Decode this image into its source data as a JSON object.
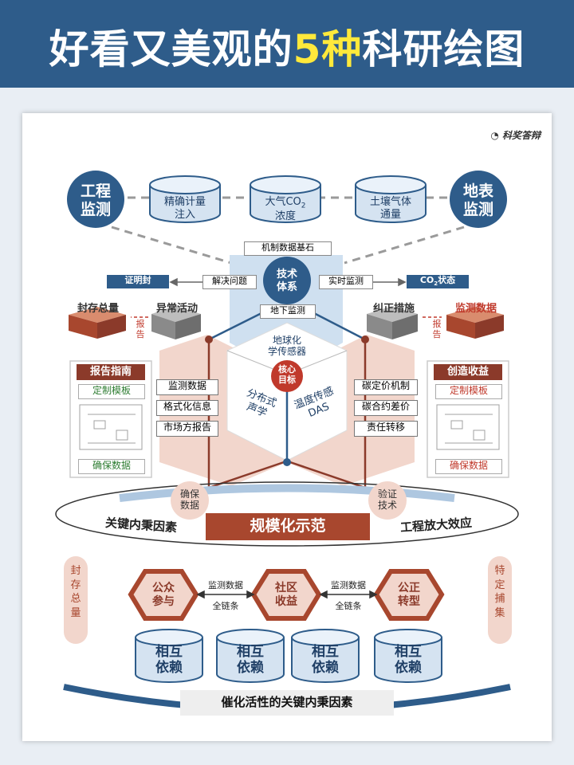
{
  "header": {
    "title_part1": "好看又美观的",
    "title_highlight": "5种",
    "title_part2": "科研绘图"
  },
  "brand": {
    "logo_text": "科奖答辩"
  },
  "top": {
    "left_circle": [
      "工程",
      "监测"
    ],
    "right_circle": [
      "地表",
      "监测"
    ],
    "cylinders": [
      {
        "lines": [
          "精确计量",
          "注入"
        ]
      },
      {
        "lines": [
          "大气CO",
          "2",
          "浓度"
        ]
      },
      {
        "lines": [
          "土壤气体",
          "通量"
        ]
      }
    ]
  },
  "center": {
    "top_label": "机制数据基石",
    "tech_circle": [
      "技术",
      "体系"
    ],
    "left_box": "解决问题",
    "right_box": "实时监测",
    "bottom_label": "地下监测",
    "far_left_tag": "证明封",
    "far_right_tag": {
      "main": "CO",
      "sub": "2",
      "tail": "状态"
    },
    "cube_top": [
      "地球化",
      "学传感器"
    ],
    "cube_left": [
      "分布式",
      "声学"
    ],
    "cube_right": [
      "温度传感",
      "DAS"
    ],
    "core": [
      "核心",
      "目标"
    ]
  },
  "left_block": {
    "box_label": "封存总量",
    "box2_label": "异常活动",
    "report_label": [
      "报",
      "告"
    ],
    "panel_title": "报告指南",
    "panel_top": "定制模板",
    "panel_bottom": "确保数据",
    "list": [
      "监测数据",
      "格式化信息",
      "市场方报告"
    ]
  },
  "right_block": {
    "box_label": "纠正措施",
    "box2_label": "监测数据",
    "report_label": [
      "报",
      "告"
    ],
    "panel_title": "创造收益",
    "panel_top": "定制模板",
    "panel_bottom": "确保数据",
    "list": [
      "碳定价机制",
      "碳合约差价",
      "责任转移"
    ]
  },
  "ring": {
    "left_circle": [
      "确保",
      "数据"
    ],
    "right_circle": [
      "验证",
      "技术"
    ],
    "left_text": "关键内秉因素",
    "right_text": "工程放大效应",
    "main_label": "规模化示范"
  },
  "bottom": {
    "left_tag": [
      "封",
      "存",
      "总",
      "量"
    ],
    "right_tag": [
      "特",
      "定",
      "捕",
      "集"
    ],
    "hexes": [
      [
        "公众",
        "参与"
      ],
      [
        "社区",
        "收益"
      ],
      [
        "公正",
        "转型"
      ]
    ],
    "arrow_top": "监测数据",
    "arrow_bottom": "全链条",
    "cylinders": [
      [
        "相互",
        "依赖"
      ],
      [
        "相互",
        "依赖"
      ],
      [
        "相互",
        "依赖"
      ],
      [
        "相互",
        "依赖"
      ]
    ],
    "footer": "催化活性的关键内秉因素"
  },
  "colors": {
    "header_bg": "#2e5c8a",
    "highlight": "#ffe93b",
    "navy": "#2e5c8a",
    "brown": "#8b3a2a",
    "red": "#c0392b",
    "peach": "#f2d6cc",
    "lightblue": "#cfe0f0"
  }
}
